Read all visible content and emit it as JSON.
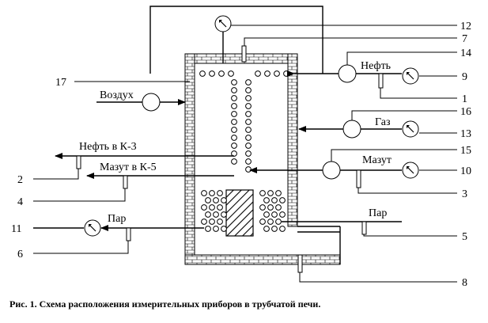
{
  "labels": {
    "air": "Воздух",
    "oil": "Нефть",
    "gas": "Газ",
    "fuel_oil": "Мазут",
    "oil_to_k3": "Нефть в К-3",
    "fuel_oil_to_k5": "Мазут в К-5",
    "steam_left": "Пар",
    "steam_right": "Пар"
  },
  "numbers": {
    "n1": "1",
    "n2": "2",
    "n3": "3",
    "n4": "4",
    "n5": "5",
    "n6": "6",
    "n7": "7",
    "n8": "8",
    "n9": "9",
    "n10": "10",
    "n11": "11",
    "n12": "12",
    "n13": "13",
    "n14": "14",
    "n15": "15",
    "n16": "16",
    "n17": "17"
  },
  "caption": "Рис. 1. Схема расположения измерительных приборов в трубчатой печи.",
  "icons": {
    "gauge": "pressure-gauge-icon",
    "pump": "pump-icon",
    "tube": "furnace-tube-icon"
  }
}
